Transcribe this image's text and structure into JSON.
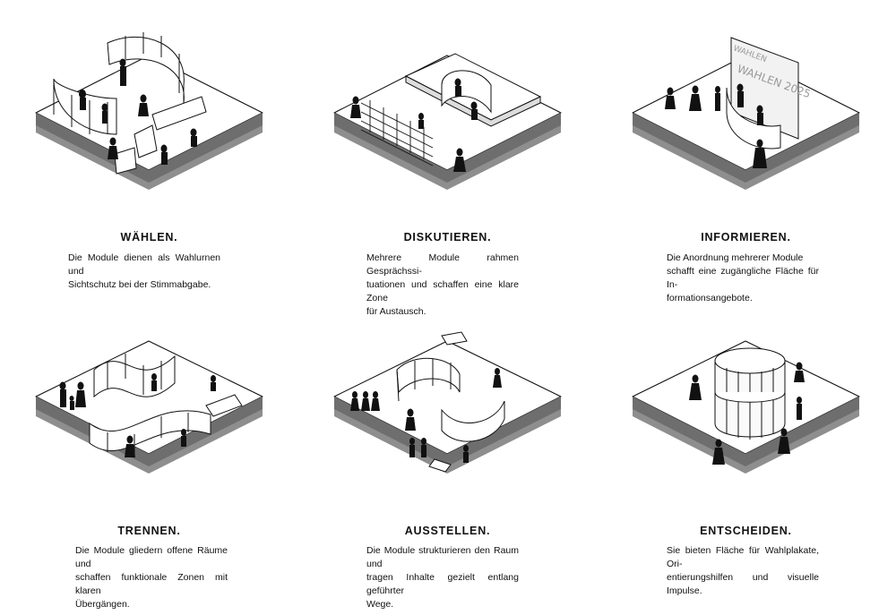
{
  "panels": [
    {
      "id": "waehlen",
      "title": "WÄHLEN.",
      "lines": [
        "Die Module dienen als Wahlurnen und",
        "Sichtschutz bei der Stimmabgabe."
      ]
    },
    {
      "id": "diskutieren",
      "title": "DISKUTIEREN.",
      "lines": [
        "Mehrere Module rahmen Gesprächssi-",
        "tuationen und schaffen eine klare Zone",
        "für Austausch."
      ]
    },
    {
      "id": "informieren",
      "title": "INFORMIEREN.",
      "lines": [
        "Die Anordnung mehrerer Module",
        "schafft eine zugängliche Fläche für In-",
        "formationsangebote."
      ],
      "poster": {
        "top": "WAHLEN",
        "main": "WAHLEN 2025"
      }
    },
    {
      "id": "trennen",
      "title": "TRENNEN.",
      "lines": [
        "Die Module gliedern offene Räume und",
        "schaffen funktionale Zonen mit klaren",
        "Übergängen."
      ]
    },
    {
      "id": "ausstellen",
      "title": "AUSSTELLEN.",
      "lines": [
        "Die Module strukturieren den Raum und",
        "tragen Inhalte gezielt entlang geführter",
        "Wege."
      ]
    },
    {
      "id": "entscheiden",
      "title": "ENTSCHEIDEN.",
      "lines": [
        "Sie bieten Fläche für Wahlplakate, Ori-",
        "entierungshilfen und visuelle Impulse."
      ]
    }
  ],
  "colors": {
    "ink": "#111111",
    "platform_top": "#ffffff",
    "platform_side": "#9a9a9a",
    "platform_base": "#5a5a5a"
  }
}
